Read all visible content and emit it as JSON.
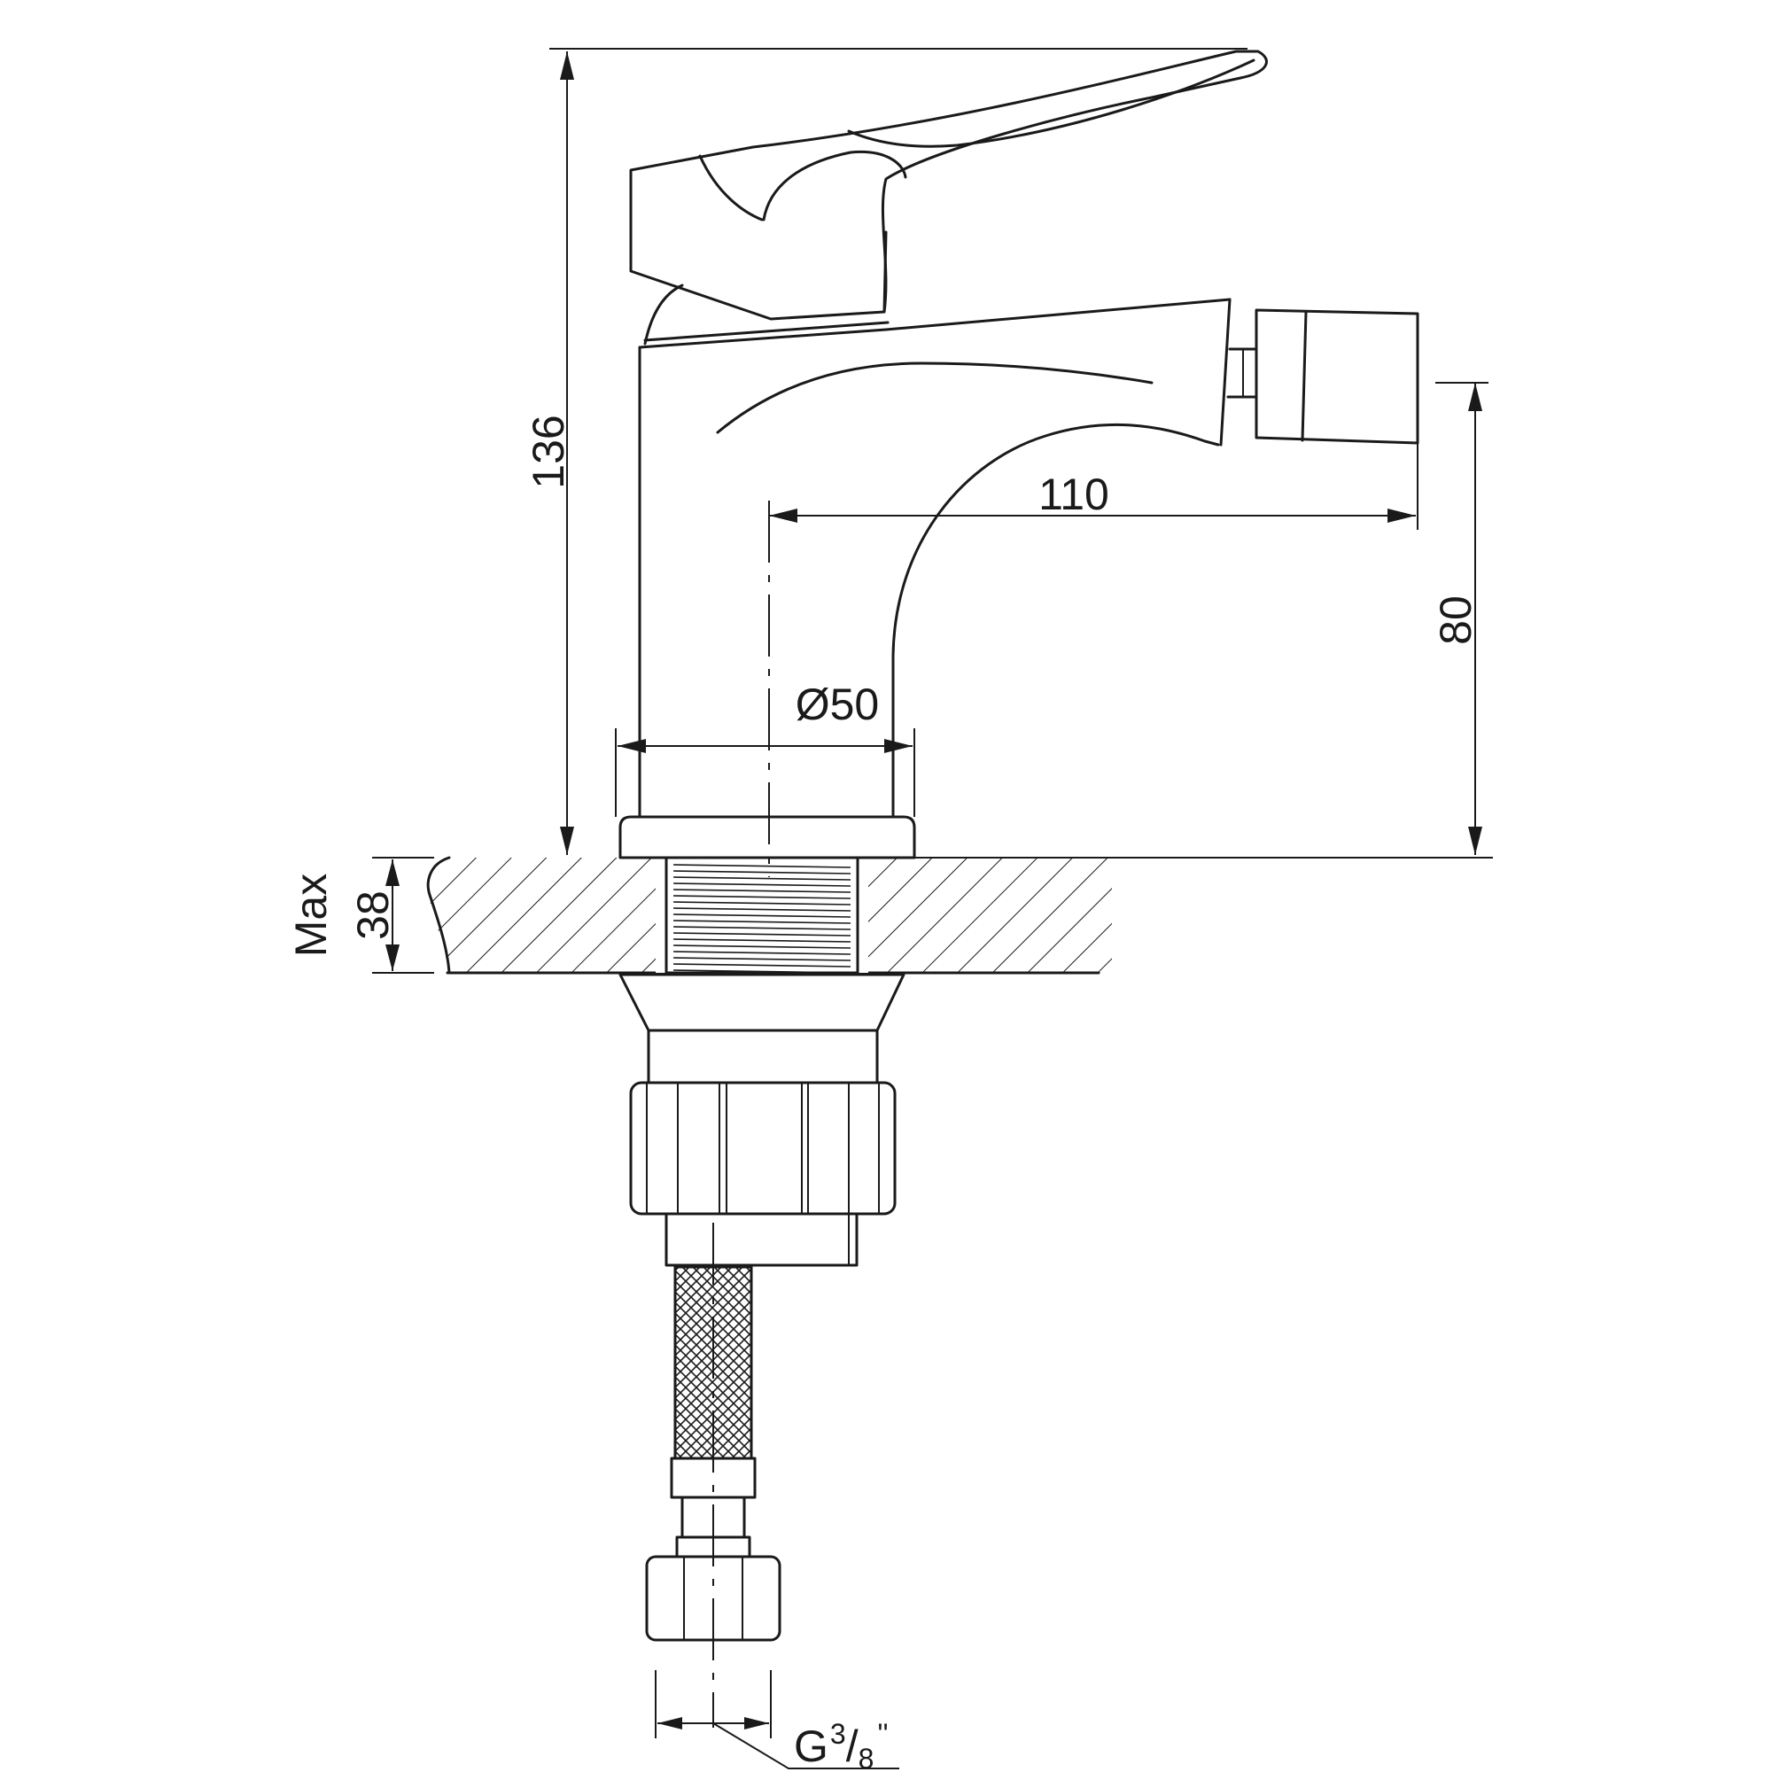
{
  "dimensions": {
    "total_height": "136",
    "spout_reach": "110",
    "spout_height": "80",
    "base_diameter": "Ø50",
    "max_label": "Max",
    "max_thickness": "38",
    "thread_prefix": "G",
    "thread_numerator": "3",
    "thread_slash": "/",
    "thread_denominator": "8",
    "thread_inch": "''"
  }
}
